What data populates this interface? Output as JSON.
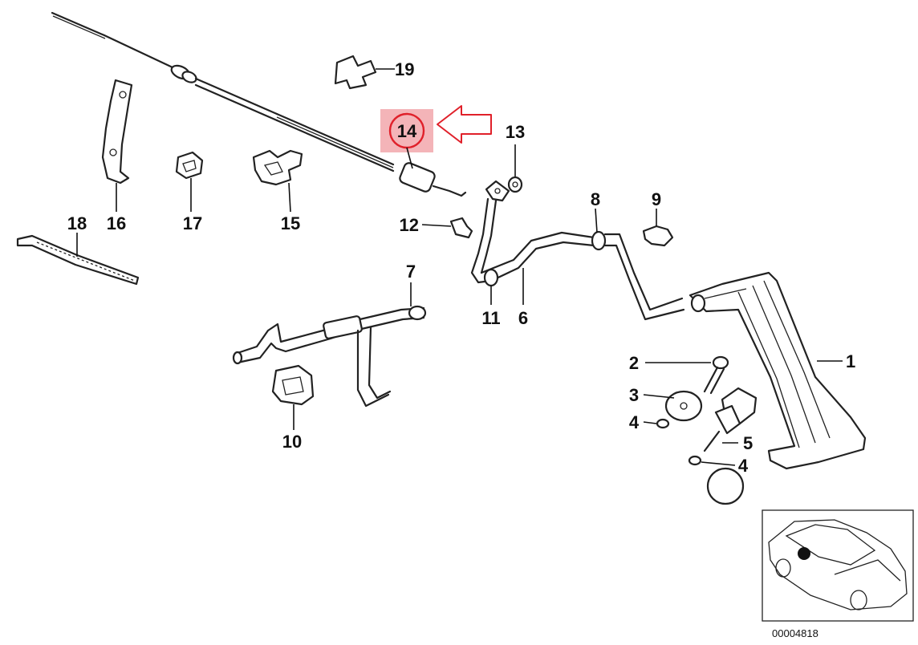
{
  "callouts": {
    "p1": "1",
    "p2": "2",
    "p3": "3",
    "p4a": "4",
    "p4b": "4",
    "p5": "5",
    "p6": "6",
    "p7": "7",
    "p8": "8",
    "p9": "9",
    "p10": "10",
    "p11": "11",
    "p12": "12",
    "p13": "13",
    "p14": "14",
    "p15": "15",
    "p16": "16",
    "p17": "17",
    "p18": "18",
    "p19": "19"
  },
  "highlight": {
    "part": "14",
    "color": "#e0202a",
    "fill": "#f4b4b8"
  },
  "diagram_code": "00004818"
}
